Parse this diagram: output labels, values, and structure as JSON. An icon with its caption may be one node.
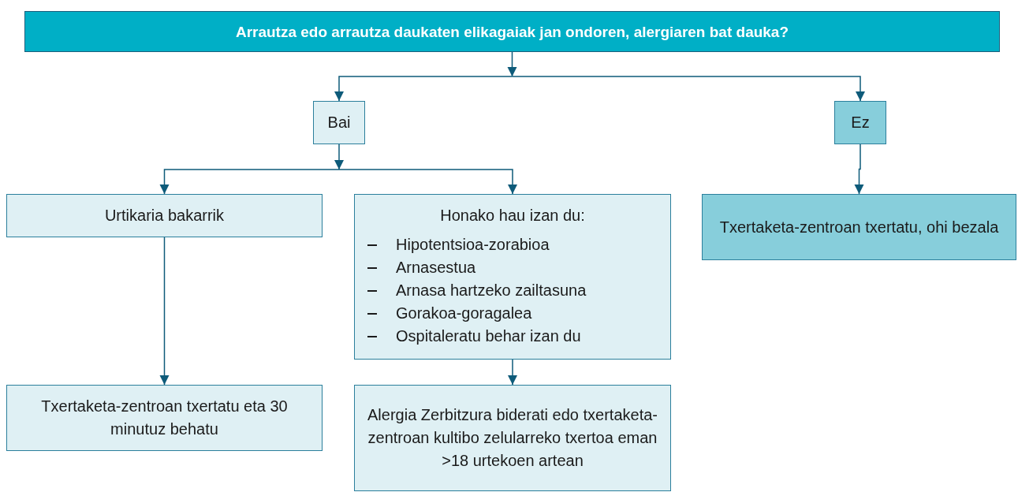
{
  "diagram": {
    "nodes": [
      {
        "text": [
          "Arrautza edo arrautza daukaten elikagaiak jan ondoren, alergiaren bat dauka?"
        ]
      },
      {
        "text": [
          "Bai"
        ]
      },
      {
        "text": [
          "Ez"
        ]
      },
      {
        "text": [
          "Urtikaria bakarrik"
        ]
      },
      {
        "text": [
          "Honako hau izan du:",
          "Hipotentsioa-zorabioa",
          "Arnasestua",
          "Arnasa hartzeko zailtasuna",
          "Gorakoa-goragalea",
          "Ospitaleratu behar izan du"
        ]
      },
      {
        "text": [
          "Txertaketa-zentroan txertatu, ohi bezala"
        ]
      },
      {
        "text": [
          "Txertaketa-zentroan txertatu eta 30 minutuz behatu"
        ]
      },
      {
        "text": [
          "Alergia Zerbitzura biderati edo txertaketa-zentroan kultibo zelularreko txertoa eman >18 urtekoen artean"
        ]
      }
    ],
    "edges": [
      {
        "from": 0,
        "to": 1,
        "arrow": "to"
      },
      {
        "from": 0,
        "to": 2,
        "arrow": "to"
      },
      {
        "from": 1,
        "to": 3,
        "arrow": "to"
      },
      {
        "from": 1,
        "to": 4,
        "arrow": "to"
      },
      {
        "from": 2,
        "to": 5,
        "arrow": "to"
      },
      {
        "from": 3,
        "to": 6,
        "arrow": "to"
      },
      {
        "from": 4,
        "to": 7,
        "arrow": "to"
      }
    ]
  }
}
